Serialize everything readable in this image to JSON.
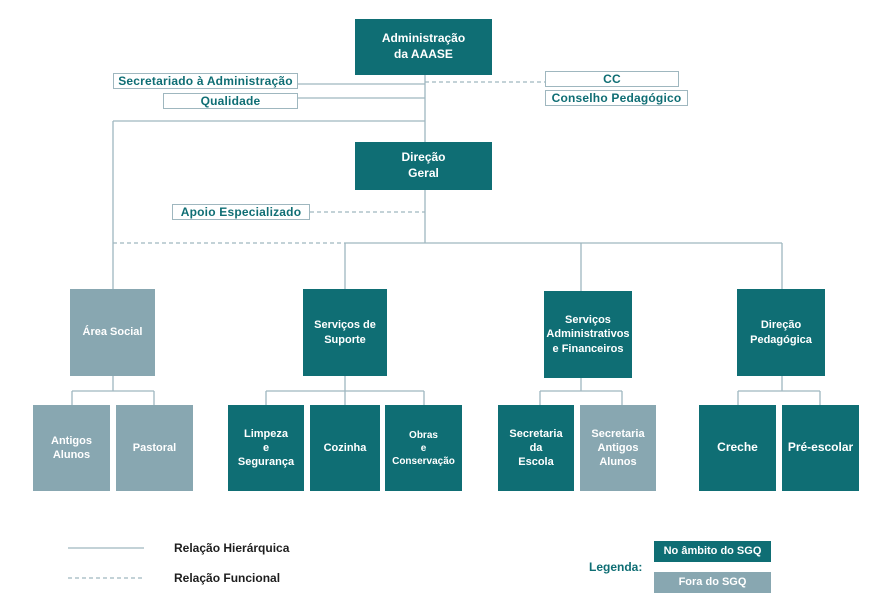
{
  "top": {
    "administracao": "Administração\nda AAASE"
  },
  "side": {
    "secretariado": "Secretariado à Administração",
    "qualidade": "Qualidade",
    "cc": "CC",
    "conselho": "Conselho Pedagógico",
    "apoio": "Apoio Especializado"
  },
  "direcao_geral": "Direção\nGeral",
  "level2": {
    "area_social": "Área Social",
    "servicos_suporte": "Serviços de\nSuporte",
    "servicos_admin": "Serviços\nAdministrativos\ne Financeiros",
    "direcao_pedagogica": "Direção\nPedagógica"
  },
  "level3": {
    "antigos_alunos": "Antigos\nAlunos",
    "pastoral": "Pastoral",
    "limpeza": "Limpeza\ne\nSegurança",
    "cozinha": "Cozinha",
    "obras": "Obras\ne\nConservação",
    "secretaria_escola": "Secretaria\nda\nEscola",
    "secretaria_antigos": "Secretaria\nAntigos\nAlunos",
    "creche": "Creche",
    "pre_escolar": "Pré-escolar"
  },
  "legend": {
    "hierarquica": "Relação Hierárquica",
    "funcional": "Relação Funcional",
    "legenda": "Legenda:",
    "no_ambito": "No âmbito do SGQ",
    "fora": "Fora do SGQ"
  },
  "colors": {
    "in_scope": "#0f6e74",
    "out_of_scope": "#88a7b1",
    "line": "#9fb7bf"
  }
}
